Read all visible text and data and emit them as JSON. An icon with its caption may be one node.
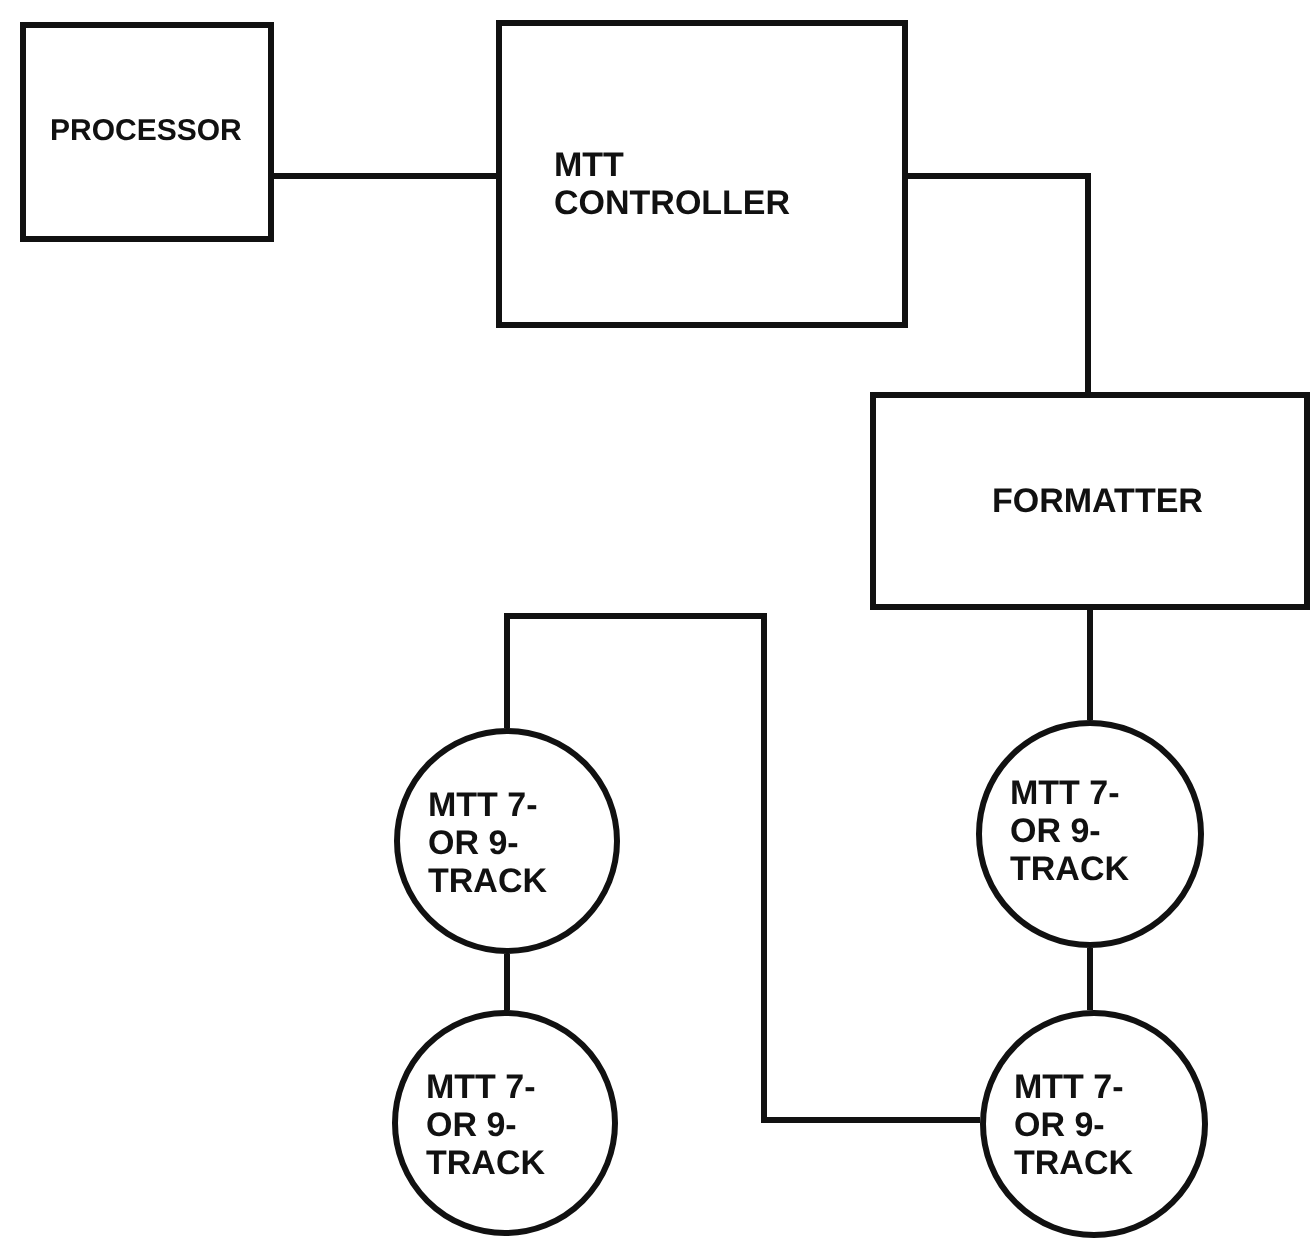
{
  "diagram": {
    "nodes": [
      {
        "text": [
          "PROCESSOR"
        ]
      },
      {
        "text": [
          "MTT CONTROLLER"
        ]
      },
      {
        "text": [
          "FORMATTER"
        ]
      },
      {
        "text": [
          "MTT 7- OR 9- TRACK"
        ]
      },
      {
        "text": [
          "MTT 7- OR 9- TRACK"
        ]
      },
      {
        "text": [
          "MTT 7- OR 9- TRACK"
        ]
      },
      {
        "text": [
          "MTT 7- OR 9- TRACK"
        ]
      }
    ],
    "edges": [
      {
        "from": 0,
        "to": 1,
        "arrow": "none"
      },
      {
        "from": 1,
        "to": 2,
        "arrow": "none"
      },
      {
        "from": 2,
        "to": 4,
        "arrow": "none"
      },
      {
        "from": 4,
        "to": 6,
        "arrow": "none"
      },
      {
        "from": 6,
        "to": 3,
        "arrow": "none"
      },
      {
        "from": 3,
        "to": 5,
        "arrow": "none"
      }
    ]
  }
}
